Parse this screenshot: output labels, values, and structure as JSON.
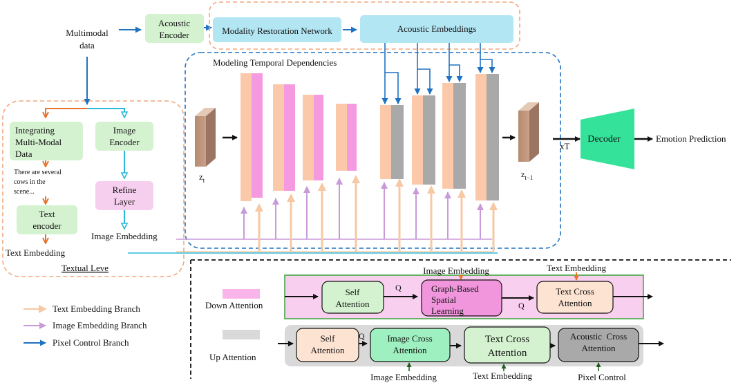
{
  "top": {
    "multimodal_line1": "Multimodal",
    "multimodal_line2": "data",
    "acoustic_encoder_line1": "Acoustic",
    "acoustic_encoder_line2": "Encoder",
    "modality_restoration": "Modality Restoration Network",
    "acoustic_embeddings": "Acoustic Embeddings"
  },
  "temporal": {
    "title": "Modeling Temporal Dependencies",
    "zt": "z",
    "zt_sub": "t",
    "zt1": "z",
    "zt1_sub": "t−1",
    "xt": "xT",
    "decoder": "Decoder",
    "emotion_prediction": "Emotion Prediction"
  },
  "textual": {
    "integrating_line1": "Integrating",
    "integrating_line2": "Multi-Modal",
    "integrating_line3": "Data",
    "caption_line1": "There are several",
    "caption_line2": "cows in the",
    "caption_line3": "scene...",
    "text_encoder_line1": "Text",
    "text_encoder_line2": "encoder",
    "text_embedding": "Text Embedding",
    "image_encoder_line1": "Image",
    "image_encoder_line2": "Encoder",
    "refine_line1": "Refine",
    "refine_line2": "Layer",
    "image_embedding": "Image Embedding",
    "group_label": "Textual Leve"
  },
  "legend": {
    "text_branch": "Text Embedding Branch",
    "image_branch": "Image Embedding Branch",
    "pixel_branch": "Pixel Control Branch",
    "colors": {
      "text": "#f6c8a4",
      "image": "#c89ad8",
      "pixel": "#1f72c2"
    }
  },
  "attention": {
    "down_label": "Down Attention",
    "up_label": "Up Attention",
    "down": {
      "self_line1": "Self",
      "self_line2": "Attention",
      "q1": "Q",
      "gbsl_line1": "Graph-Based",
      "gbsl_line2": "Spatial",
      "gbsl_line3": "Learning",
      "q2": "Q",
      "tca_line1": "Text Cross",
      "tca_line2": "Attention",
      "image_embedding_top": "Image Embedding",
      "text_embedding_top": "Text Embedding"
    },
    "up": {
      "self_line1": "Self",
      "self_line2": "Attention",
      "q": "Q",
      "ica_line1": "Image Cross",
      "ica_line2": "Attention",
      "tca_line1": "Text Cross",
      "tca_line2": "Attention",
      "aca_line1": "Acoustic  Cross",
      "aca_line2": "Attention",
      "image_embedding_bottom": "Image Embedding",
      "text_embedding_bottom": "Text Embedding",
      "pixel_control_bottom": "Pixel Control"
    }
  }
}
